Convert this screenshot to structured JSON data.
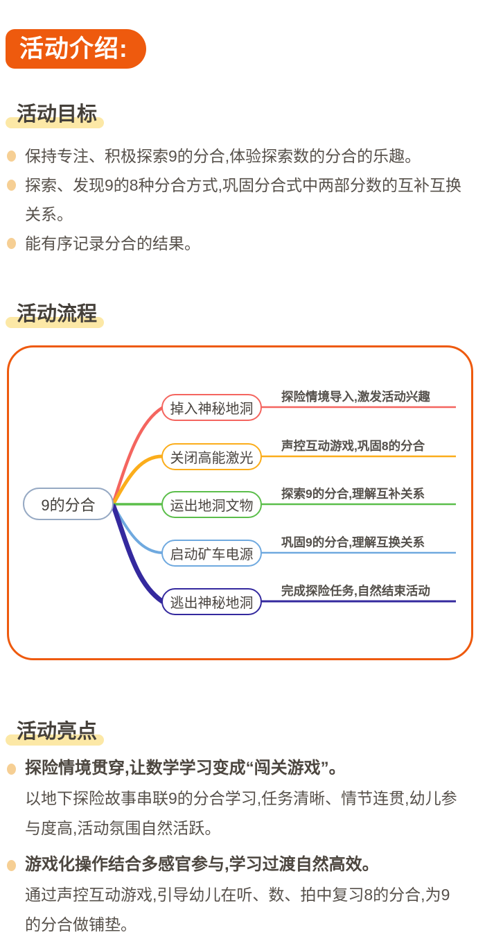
{
  "badge": {
    "label": "活动介绍:",
    "bg": "#EE5A0E",
    "text_color": "#ffffff"
  },
  "colors": {
    "highlight_bar": "#FCE8A6",
    "bullet_dot": "#F6CF94",
    "text": "#56504A",
    "heading_text": "#45403A"
  },
  "sections": {
    "goals": {
      "heading": "活动目标",
      "bullets": [
        "保持专注、积极探索9的分合,体验探索数的分合的乐趣。",
        "探索、发现9的8种分合方式,巩固分合式中两部分数的互补互换关系。",
        "能有序记录分合的结果。"
      ]
    },
    "flow": {
      "heading": "活动流程",
      "mindmap": {
        "root": "9的分合",
        "root_border_color": "#96A9C3",
        "container_border_color": "#EE5A0E",
        "branches": [
          {
            "label": "掉入神秘地洞",
            "note": "探险情境导入,激发活动兴趣",
            "color": "#F4655F"
          },
          {
            "label": "关闭高能激光",
            "note": "声控互动游戏,巩固8的分合",
            "color": "#FBAD1B"
          },
          {
            "label": "运出地洞文物",
            "note": "探索9的分合,理解互补关系",
            "color": "#5BBE4A"
          },
          {
            "label": "启动矿车电源",
            "note": "巩固9的分合,理解互换关系",
            "color": "#6FA9DF"
          },
          {
            "label": "逃出神秘地洞",
            "note": "完成探险任务,自然结束活动",
            "color": "#34299E"
          }
        ]
      }
    },
    "highlights": {
      "heading": "活动亮点",
      "items": [
        {
          "title": "探险情境贯穿,让数学学习变成“闯关游戏”。",
          "body": "以地下探险故事串联9的分合学习,任务清晰、情节连贯,幼儿参与度高,活动氛围自然活跃。"
        },
        {
          "title": "游戏化操作结合多感官参与,学习过渡自然高效。",
          "body": "通过声控互动游戏,引导幼儿在听、数、拍中复习8的分合,为9的分合做铺垫。"
        }
      ]
    }
  }
}
